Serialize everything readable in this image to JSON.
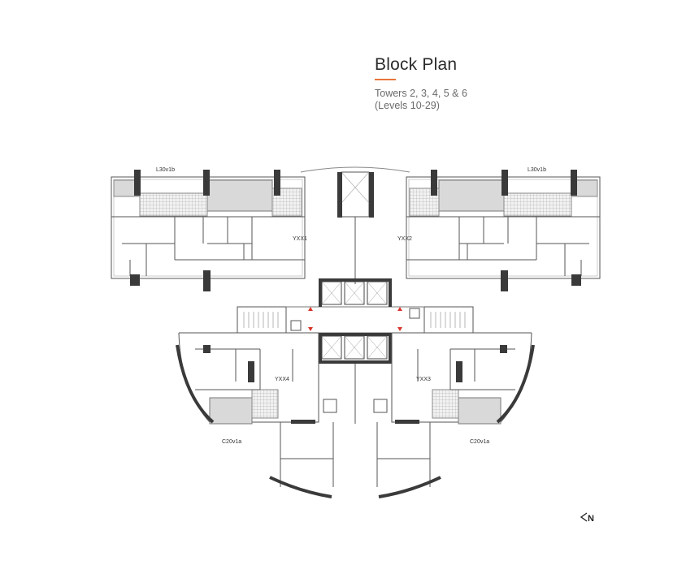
{
  "header": {
    "title": "Block Plan",
    "subtitle_line1": "Towers 2, 3, 4, 5 & 6",
    "subtitle_line2": "(Levels 10-29)"
  },
  "units": {
    "top_left": "L30v1b",
    "top_right": "L30v1b",
    "yxx1": "YXX1",
    "yxx2": "YXX2",
    "yxx3": "YXX3",
    "yxx4": "YXX4",
    "bottom_left": "C20v1a",
    "bottom_right": "C20v1a"
  },
  "compass": {
    "label": "N",
    "icon": "north-arrow-icon"
  },
  "colors": {
    "accent": "#e8743b",
    "wall": "#3a3a3a",
    "terrace": "#d9d9d9",
    "lift_marker": "#d9342b"
  }
}
